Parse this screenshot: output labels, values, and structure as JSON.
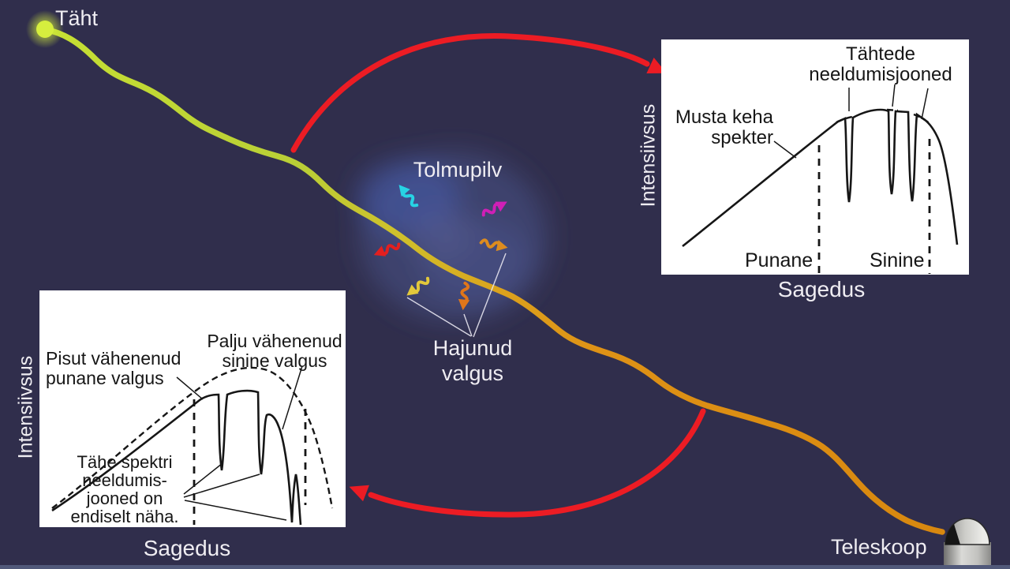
{
  "colors": {
    "background": "#302e4c",
    "footer_strip": "#51597a",
    "panel_background": "#ffffff",
    "panel_ink": "#161616",
    "diagram_text": "#efedf2",
    "beam_green": "#c6e033",
    "beam_orange": "#d8880f",
    "arrow_red": "#ec1c24",
    "star_yellow": "#d6ee3e",
    "cloud_blue": "#4d5b9e",
    "scatter_cyan": "#27d3e4",
    "scatter_magenta": "#cf1fb6",
    "scatter_red": "#e31f1f",
    "scatter_orange": "#de8c1e",
    "scatter_yellow": "#e2c83b",
    "scatter_deep_orange": "#e0761a"
  },
  "labels": {
    "star": "Täht",
    "dust_cloud": "Tolmupilv",
    "scattered_light_line1": "Hajunud",
    "scattered_light_line2": "valgus",
    "telescope": "Teleskoop"
  },
  "scattered_arrows": [
    {
      "name": "cyan"
    },
    {
      "name": "magenta"
    },
    {
      "name": "red"
    },
    {
      "name": "orange"
    },
    {
      "name": "yellow"
    },
    {
      "name": "deep-orange"
    }
  ],
  "spectrum_top_right": {
    "y_axis_label": "Intensiivsus",
    "x_axis_label": "Sagedus",
    "absorption_title_line1": "Tähtede",
    "absorption_title_line2": "neeldumisjooned",
    "blackbody_label_line1": "Musta keha",
    "blackbody_label_line2": "spekter",
    "red_band_label": "Punane",
    "blue_band_label": "Sinine"
  },
  "spectrum_bottom_left": {
    "y_axis_label": "Intensiivsus",
    "x_axis_label": "Sagedus",
    "red_light_label_line1": "Pisut vähenenud",
    "red_light_label_line2": "punane valgus",
    "blue_light_label_line1": "Palju vähenenud",
    "blue_light_label_line2": "sinine valgus",
    "note_line1": "Tähe spektri",
    "note_line2": "neeldumis-",
    "note_line3": "jooned on",
    "note_line4": "endiselt näha."
  }
}
